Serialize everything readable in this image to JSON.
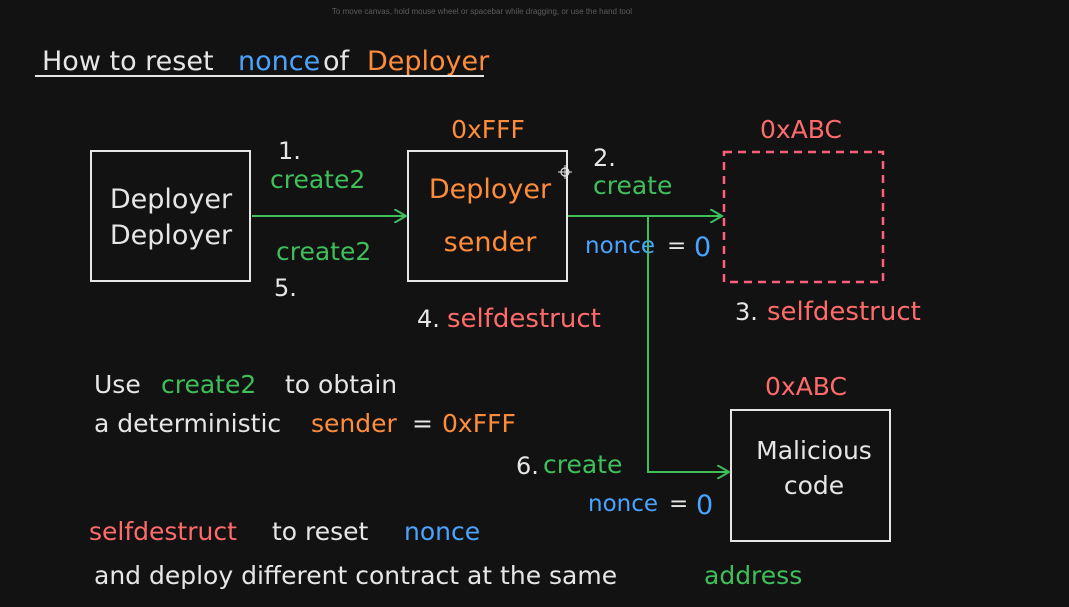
{
  "hint": "To move canvas, hold mouse wheel or spacebar while dragging, or use the hand tool",
  "colors": {
    "background": "#121212",
    "white": "#e6e6e6",
    "orange": "#ff8c3b",
    "blue": "#4aa3ff",
    "green": "#3fbf5a",
    "red": "#ff6b6b",
    "dashed_red": "#ff5f7a"
  },
  "title": {
    "prefix": "How to reset",
    "nonce": "nonce",
    "of": "of",
    "deployer": "Deployer"
  },
  "boxes": {
    "deployer_deployer_line1": "Deployer",
    "deployer_deployer_line2": "Deployer",
    "sender_label_top": "0xFFF",
    "sender_line1": "Deployer",
    "sender_line2": "sender",
    "target_label_top": "0xABC",
    "malicious_label_top": "0xABC",
    "malicious_line1": "Malicious",
    "malicious_line2": "code"
  },
  "steps": {
    "step1_num": "1.",
    "step1_label": "create2",
    "step5_label": "create2",
    "step5_num": "5.",
    "step2_num": "2.",
    "step2_label": "create",
    "nonce_label": "nonce",
    "equals": "=",
    "zero": "0",
    "step3_num": "3.",
    "step3_label": "selfdestruct",
    "step4_num": "4.",
    "step4_label": "selfdestruct",
    "step6_num": "6.",
    "step6_label": "create",
    "nonce2_label": "nonce",
    "equals2": "=",
    "zero2": "0"
  },
  "explanation": {
    "line1_use": "Use",
    "line1_create2": "create2",
    "line1_rest": "to obtain",
    "line2_prefix": "a deterministic",
    "line2_sender": "sender",
    "line2_eq": "=",
    "line2_addr": "0xFFF"
  },
  "summary": {
    "line1_selfdestruct": "selfdestruct",
    "line1_mid": "to reset",
    "line1_nonce": "nonce",
    "line2_prefix": "and deploy different contract at the same",
    "line2_address": "address"
  },
  "icons": {
    "cursor": "move-cursor-icon"
  }
}
